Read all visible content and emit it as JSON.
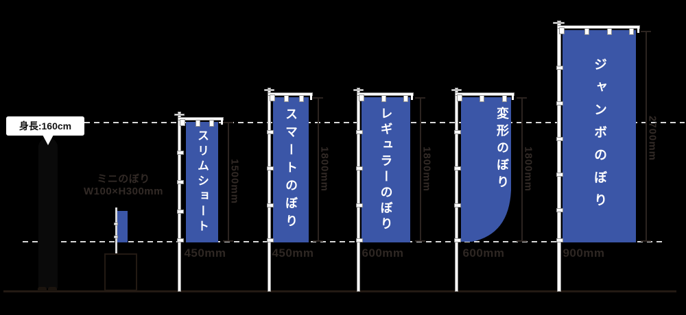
{
  "bubble": {
    "text": "身長:160cm"
  },
  "mini_nobori": {
    "name": "ミニのぼり",
    "size": "W100×H300mm"
  },
  "banners": [
    {
      "name": "スリムショート",
      "height": "1500mm",
      "width": "450mm"
    },
    {
      "name": "スマートのぼり",
      "height": "1800mm",
      "width": "450mm"
    },
    {
      "name": "レギュラーのぼり",
      "height": "1800mm",
      "width": "600mm"
    },
    {
      "name": "変形のぼり",
      "height": "1800mm",
      "width": "600mm"
    },
    {
      "name": "ジャンボのぼり",
      "height": "2700mm",
      "width": "900mm"
    }
  ],
  "colors": {
    "background": "#000000",
    "banner_blue": "#3b56a7",
    "banner_text": "#ffffff",
    "label_text": "#2e2723",
    "dash_line": "#d9d9d9",
    "ground_line": "#231a13",
    "pole_white": "#fdfdfd"
  }
}
